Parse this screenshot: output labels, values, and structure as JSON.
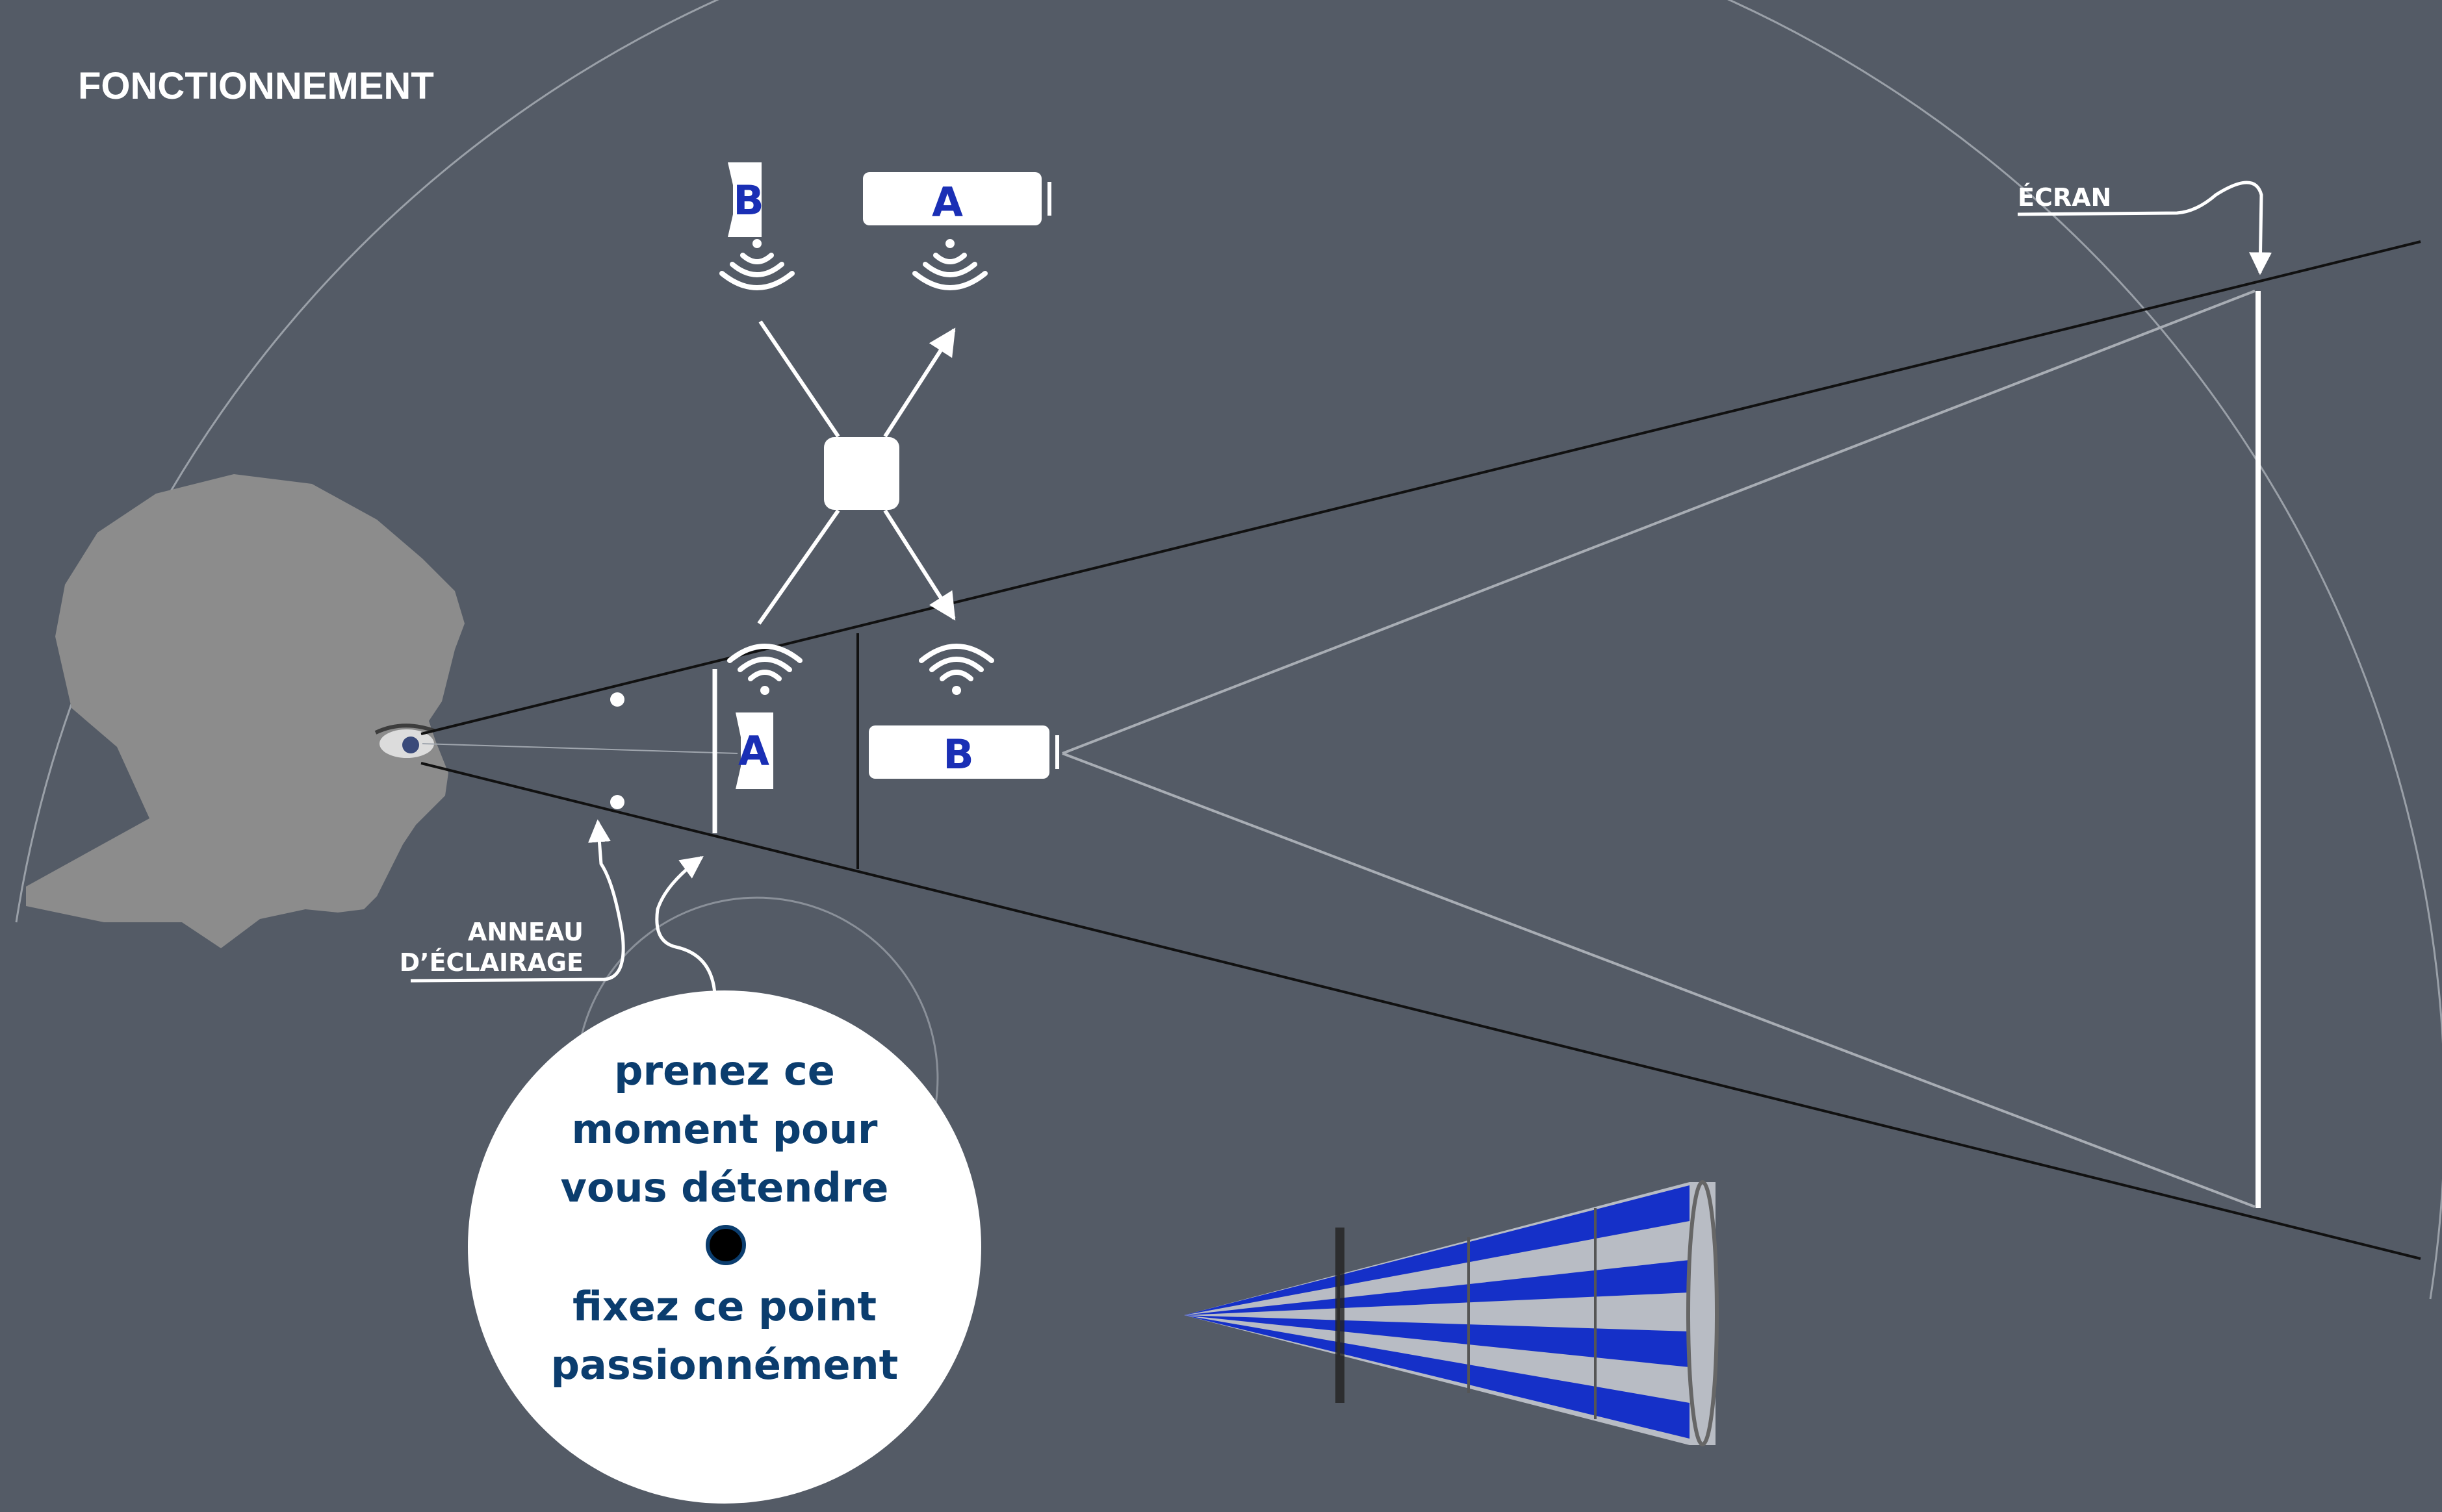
{
  "title": "FONCTIONNEMENT",
  "labels": {
    "screen": "ÉCRAN",
    "ring_line1": "ANNEAU",
    "ring_line2": "D’ÉCLAIRAGE"
  },
  "devices": {
    "top_left": "B",
    "top_right": "A",
    "bottom_left": "A",
    "bottom_right": "B"
  },
  "message": {
    "line1": "prenez ce",
    "line2": "moment pour",
    "line3": "vous détendre",
    "line4": "fixez ce point",
    "line5": "passionnément"
  },
  "colors": {
    "background": "#545b66",
    "white": "#ffffff",
    "letter_blue": "#1a2fb5",
    "text_navy": "#0b3d6e",
    "head_gray": "#8c8c8c",
    "cone_blue": "#1530c8",
    "cone_gray": "#b8bcc4"
  },
  "icons": [
    "wifi-icon",
    "eye-icon",
    "arrow-icon",
    "checker-cone-icon"
  ]
}
